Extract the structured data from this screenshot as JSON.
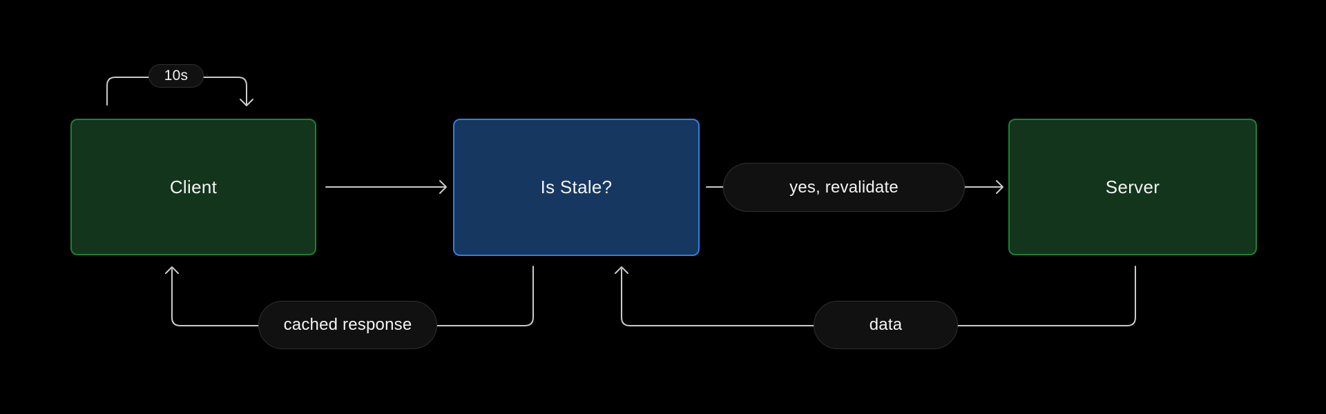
{
  "nodes": {
    "client": {
      "label": "Client"
    },
    "is_stale": {
      "label": "Is Stale?"
    },
    "server": {
      "label": "Server"
    }
  },
  "edges": {
    "refresh_interval": {
      "label": "10s"
    },
    "revalidate": {
      "label": "yes, revalidate"
    },
    "cached_response": {
      "label": "cached response"
    },
    "data": {
      "label": "data"
    }
  },
  "colors": {
    "background": "#000000",
    "node-green-fill": "#12351c",
    "node-green-border": "#1f8135",
    "node-blue-fill": "#163760",
    "node-blue-border": "#2e81e4",
    "pill-fill": "#111111",
    "pill-border": "#303030",
    "connector": "#cccccc",
    "text": "#f4f4f4"
  }
}
